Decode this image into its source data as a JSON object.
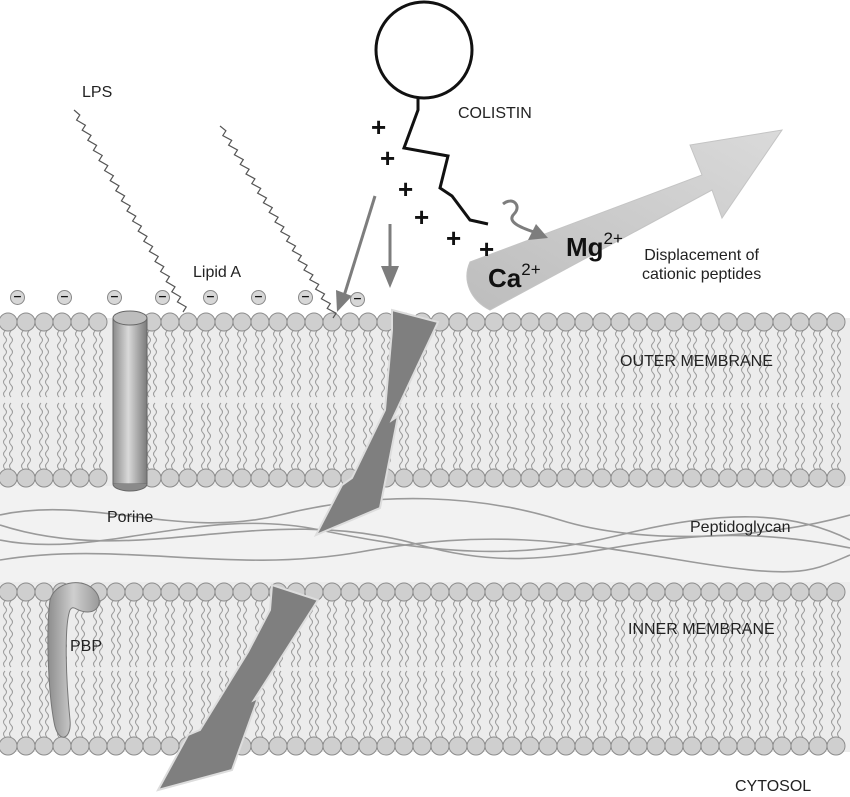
{
  "labels": {
    "lps": "LPS",
    "colistin": "COLISTIN",
    "lipid_a": "Lipid A",
    "mg_base": "Mg",
    "mg_charge": "2+",
    "ca_base": "Ca",
    "ca_charge": "2+",
    "displacement_line1": "Displacement of",
    "displacement_line2": "cationic peptides",
    "outer_membrane": "OUTER MEMBRANE",
    "porine": "Porine",
    "peptidoglycan": "Peptidoglycan",
    "inner_membrane": "INNER MEMBRANE",
    "pbp": "PBP",
    "cytosol": "CYTOSOL"
  },
  "symbols": {
    "positive_charge": "+",
    "negative_charge": "−"
  },
  "colors": {
    "lipid_head": "#cfcfcf",
    "lipid_head_stroke": "#8c8c8c",
    "tail": "#9a9a9a",
    "arrow_dark": "#7f7f7f",
    "arrow_light": "#cfcfcf",
    "ink": "#111111"
  }
}
